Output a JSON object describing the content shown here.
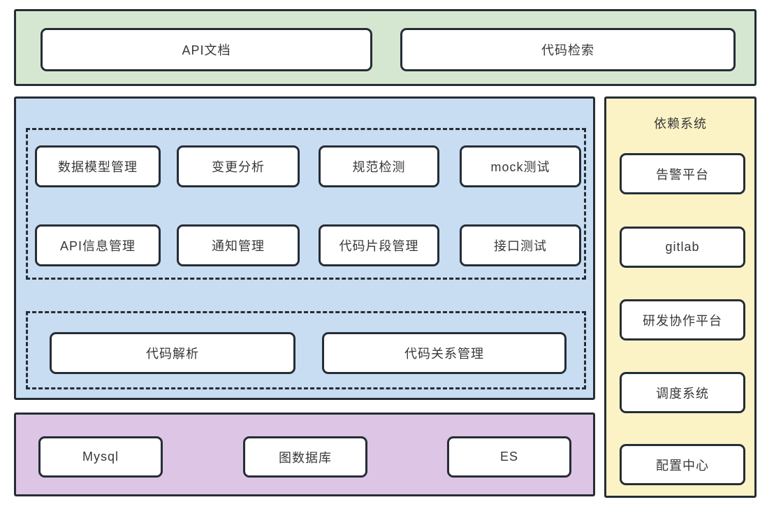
{
  "colors": {
    "green_bg": "#d5e7d1",
    "blue_bg": "#c8ddf2",
    "yellow_bg": "#fbf3c6",
    "purple_bg": "#ddc5e5",
    "node_bg": "#ffffff",
    "border": "#262d36",
    "text": "#38383a"
  },
  "top_band": {
    "boxes": [
      "API文档",
      "代码检索"
    ]
  },
  "core": {
    "group1": {
      "row1": [
        "数据模型管理",
        "变更分析",
        "规范检测",
        "mock测试"
      ],
      "row2": [
        "API信息管理",
        "通知管理",
        "代码片段管理",
        "接口测试"
      ]
    },
    "group2": [
      "代码解析",
      "代码关系管理"
    ]
  },
  "dependencies": {
    "title": "依赖系统",
    "items": [
      "告警平台",
      "gitlab",
      "研发协作平台",
      "调度系统",
      "配置中心"
    ]
  },
  "storage": {
    "items": [
      "Mysql",
      "图数据库",
      "ES"
    ]
  }
}
